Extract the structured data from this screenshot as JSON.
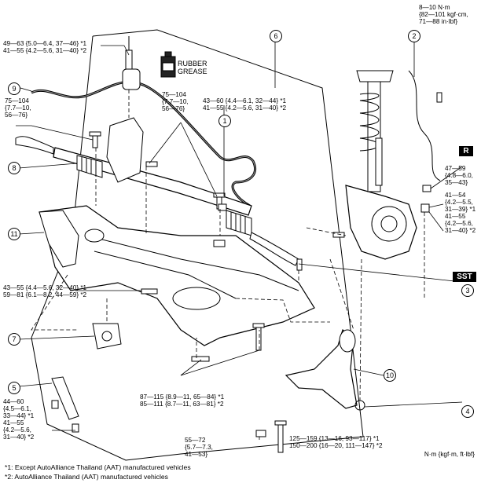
{
  "callouts": {
    "c1": "1",
    "c2": "2",
    "c3": "3",
    "c4": "4",
    "c5": "5",
    "c6": "6",
    "c7": "7",
    "c8": "8",
    "c9": "9",
    "c10": "10",
    "c11": "11"
  },
  "badges": {
    "r": "R",
    "sst": "SST"
  },
  "grease_label": "RUBBER\nGREASE",
  "torques": {
    "t_top_right": "8—10 N·m\n{82—101 kgf·cm,\n71—88 in·lbf}",
    "t_stabilizer_bracket": "49—63 {5.0—6.4, 37—46} *1\n41—55 {4.2—5.6, 31—40} *2",
    "t_tie_rod_end": "75—104\n{7.7—10,\n56—76}",
    "t_steering_gear": "75—104\n{7.7—10,\n56—76}",
    "t_link": "43—60 {4.4—6.1, 32—44} *1\n41—55 {4.2—5.6, 31—40} *2",
    "t_knuckle_upper": "47—59\n{4.8—6.0,\n35—43}",
    "t_knuckle_lower": "41—54\n{4.2—5.5,\n31—39} *1\n41—55\n{4.2—5.6,\n31—40} *2",
    "t_crossmember_left": "43—55 {4.4—5.6, 32—40} *1\n59—81 {6.1—8.2, 44—59} *2",
    "t_plate": "44—60\n{4.5—6.1,\n33—44} *1\n41—55\n{4.2—5.6,\n31—40} *2",
    "t_lower_arm_bolt": "87—115 {8.9—11, 65—84} *1\n85—111 {8.7—11, 63—81} *2",
    "t_nut_bottom": "55—72\n{5.7—7.3,\n41—53}",
    "t_bolt_bottom": "125—159 {13—16, 93—117} *1\n150—200 {16—20, 111—147} *2"
  },
  "unit_label": "N·m {kgf·m, ft·lbf}",
  "footnotes": {
    "f1": "*1: Except AutoAlliance Thailand (AAT) manufactured vehicles",
    "f2": "*2: AutoAlliance Thailand (AAT) manufactured vehicles"
  }
}
